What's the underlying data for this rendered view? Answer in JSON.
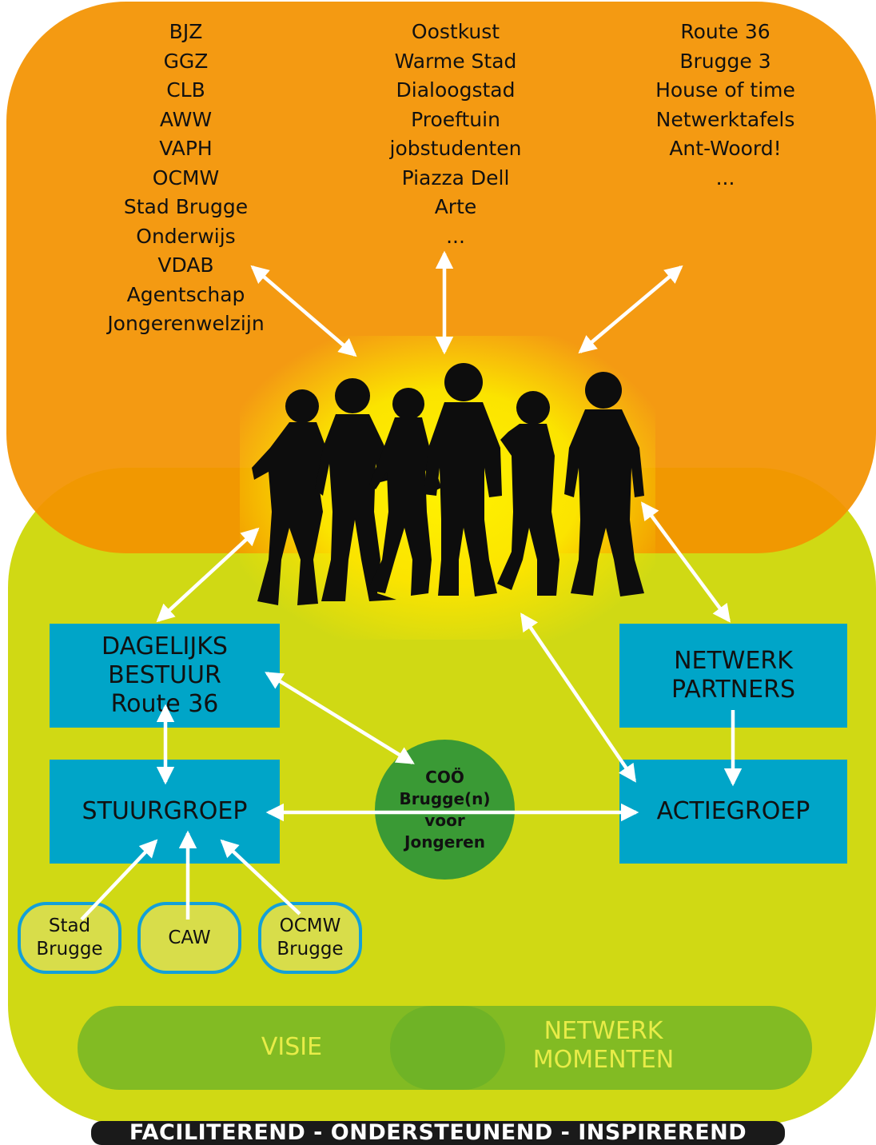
{
  "partners": {
    "left": [
      "BJZ",
      "GGZ",
      "CLB",
      "AWW",
      "VAPH",
      "OCMW",
      "Stad Brugge",
      "Onderwijs",
      "VDAB",
      "Agentschap",
      "Jongerenwelzijn"
    ],
    "middle": [
      "Oostkust",
      "Warme Stad",
      "Dialoogstad",
      "Proeftuin",
      "jobstudenten",
      "Piazza Dell",
      "Arte",
      "..."
    ],
    "right": [
      "Route 36",
      "Brugge 3",
      "House of time",
      "Netwerktafels",
      "Ant-Woord!",
      "..."
    ]
  },
  "boxes": {
    "dagelijks": [
      "DAGELIJKS",
      "BESTUUR",
      "Route 36"
    ],
    "netwerk": [
      "NETWERK",
      "PARTNERS"
    ],
    "stuurgroep": "STUURGROEP",
    "actiegroep": "ACTIEGROEP"
  },
  "center": [
    "COÖ",
    "Brugge(n)",
    "voor",
    "Jongeren"
  ],
  "pills": {
    "stad": [
      "Stad",
      "Brugge"
    ],
    "caw": "CAW",
    "ocmw": [
      "OCMW",
      "Brugge"
    ]
  },
  "band": {
    "visie": "VISIE",
    "netwerk": [
      "NETWERK",
      "MOMENTEN"
    ]
  },
  "footer": "FACILITEREND - ONDERSTEUNEND - INSPIREREND",
  "colors": {
    "orange_zone": "#f39200",
    "green_zone": "#ccd600",
    "box": "#00a5c8",
    "circle": "#3a9a35",
    "arrow": "#ffffff"
  },
  "icons": [
    "silhouette-group-icon",
    "double-arrow-icon"
  ]
}
